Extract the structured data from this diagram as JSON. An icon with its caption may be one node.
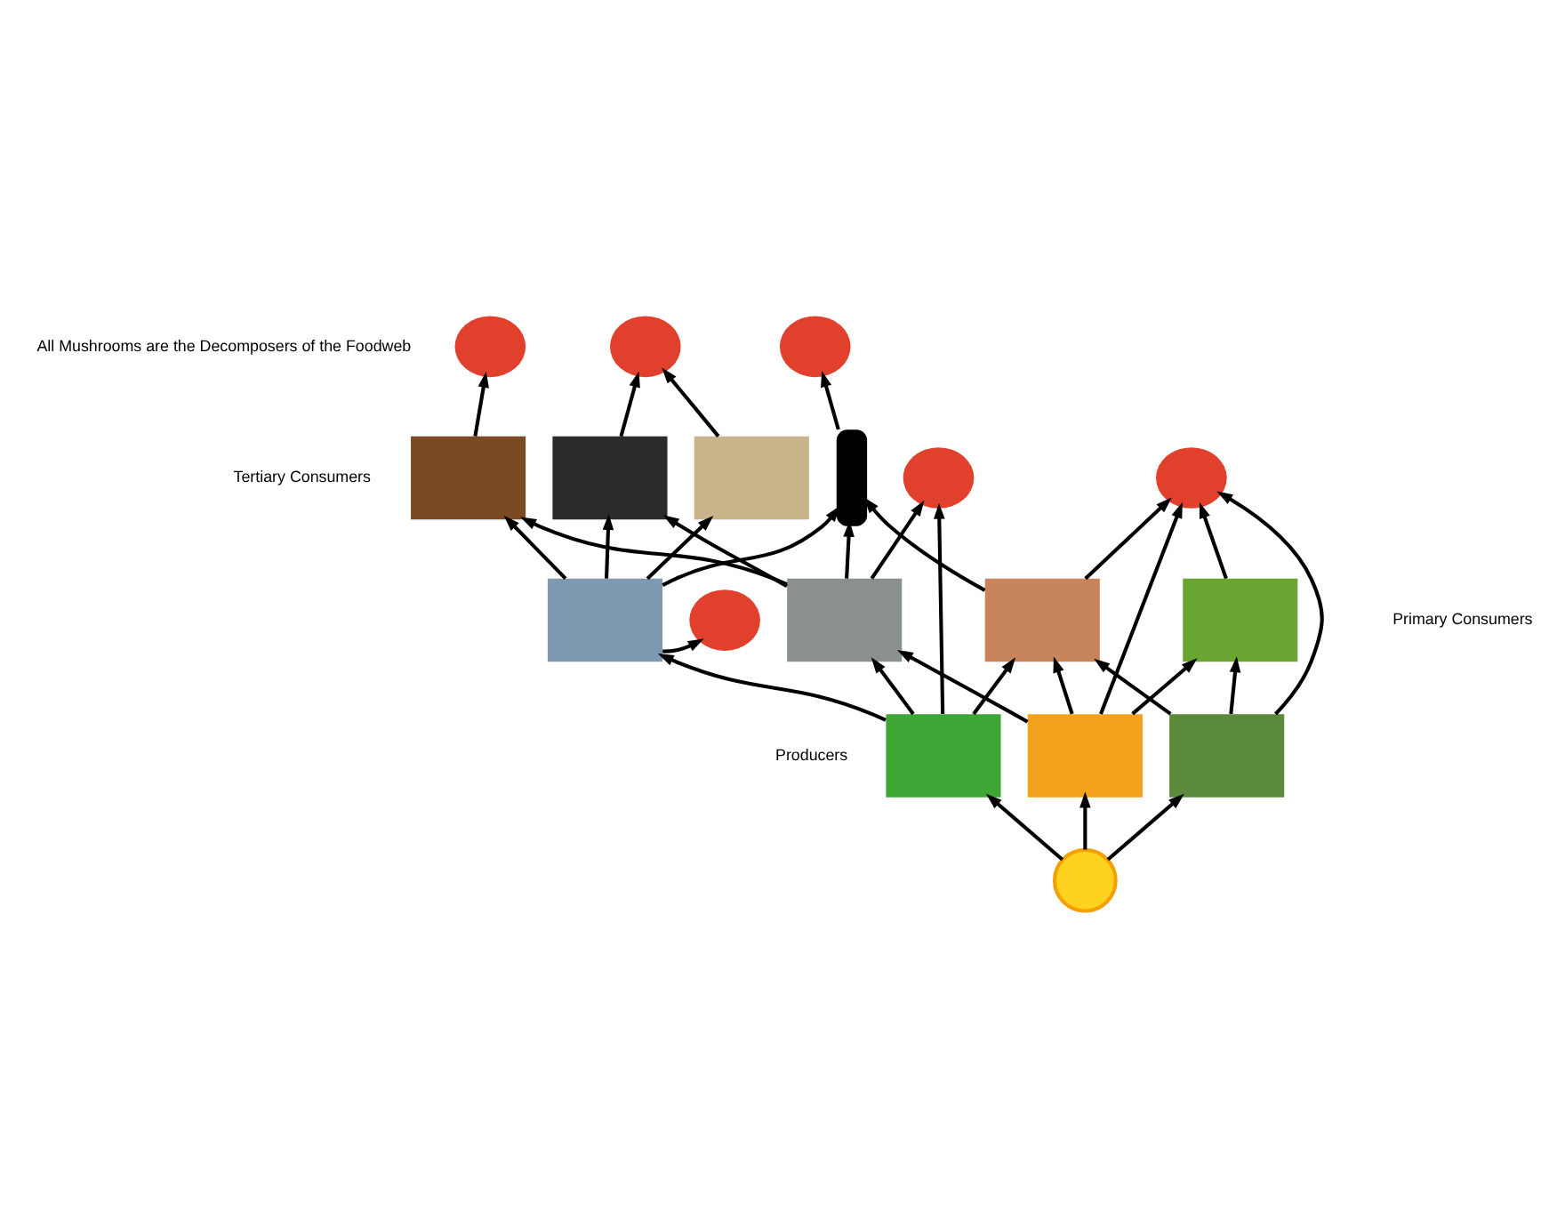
{
  "diagram": {
    "nodes": [
      {
        "text": [],
        "shape": "circle"
      },
      {
        "text": [],
        "shape": "circle"
      },
      {
        "text": [],
        "shape": "circle"
      },
      {
        "text": [],
        "shape": "box"
      },
      {
        "text": [],
        "shape": "box"
      },
      {
        "text": [],
        "shape": "box"
      },
      {
        "text": [],
        "shape": "person"
      },
      {
        "text": [],
        "shape": "circle"
      },
      {
        "text": [],
        "shape": "box"
      },
      {
        "text": [],
        "shape": "box"
      },
      {
        "text": [],
        "shape": "box"
      },
      {
        "text": [],
        "shape": "box"
      },
      {
        "text": [],
        "shape": "box"
      },
      {
        "text": [],
        "shape": "box"
      },
      {
        "text": [],
        "shape": "box"
      },
      {
        "text": [],
        "shape": "circle"
      },
      {
        "text": [],
        "shape": "circle"
      },
      {
        "text": [],
        "shape": "circle"
      }
    ],
    "edges": [
      {
        "from": 3,
        "to": 0,
        "arrow": "to"
      },
      {
        "from": 4,
        "to": 1,
        "arrow": "to"
      },
      {
        "from": 5,
        "to": 1,
        "arrow": "to"
      },
      {
        "from": 6,
        "to": 2,
        "arrow": "to"
      },
      {
        "from": 8,
        "to": 3,
        "arrow": "to"
      },
      {
        "from": 8,
        "to": 7,
        "arrow": "to"
      },
      {
        "from": 8,
        "to": 4,
        "arrow": "to"
      },
      {
        "from": 8,
        "to": 5,
        "arrow": "to"
      },
      {
        "from": 8,
        "to": 6,
        "arrow": "to"
      },
      {
        "from": 9,
        "to": 4,
        "arrow": "to"
      },
      {
        "from": 9,
        "to": 3,
        "arrow": "to"
      },
      {
        "from": 9,
        "to": 6,
        "arrow": "to"
      },
      {
        "from": 10,
        "to": 6,
        "arrow": "to"
      },
      {
        "from": 9,
        "to": 15,
        "arrow": "to"
      },
      {
        "from": 12,
        "to": 8,
        "arrow": "to"
      },
      {
        "from": 12,
        "to": 9,
        "arrow": "to"
      },
      {
        "from": 12,
        "to": 10,
        "arrow": "to"
      },
      {
        "from": 12,
        "to": 15,
        "arrow": "to"
      },
      {
        "from": 13,
        "to": 9,
        "arrow": "to"
      },
      {
        "from": 13,
        "to": 10,
        "arrow": "to"
      },
      {
        "from": 13,
        "to": 11,
        "arrow": "to"
      },
      {
        "from": 14,
        "to": 11,
        "arrow": "to"
      },
      {
        "from": 14,
        "to": 10,
        "arrow": "to"
      },
      {
        "from": 10,
        "to": 16,
        "arrow": "to"
      },
      {
        "from": 11,
        "to": 16,
        "arrow": "to"
      },
      {
        "from": 14,
        "to": 16,
        "arrow": "to"
      },
      {
        "from": 13,
        "to": 16,
        "arrow": "to"
      },
      {
        "from": 17,
        "to": 12,
        "arrow": "to"
      },
      {
        "from": 17,
        "to": 13,
        "arrow": "to"
      },
      {
        "from": 17,
        "to": 14,
        "arrow": "to"
      }
    ],
    "labels": [
      "All Mushrooms are the Decomposers of the Foodweb",
      "Tertiary Consumers",
      "Primary Consumers",
      "Producers"
    ]
  }
}
